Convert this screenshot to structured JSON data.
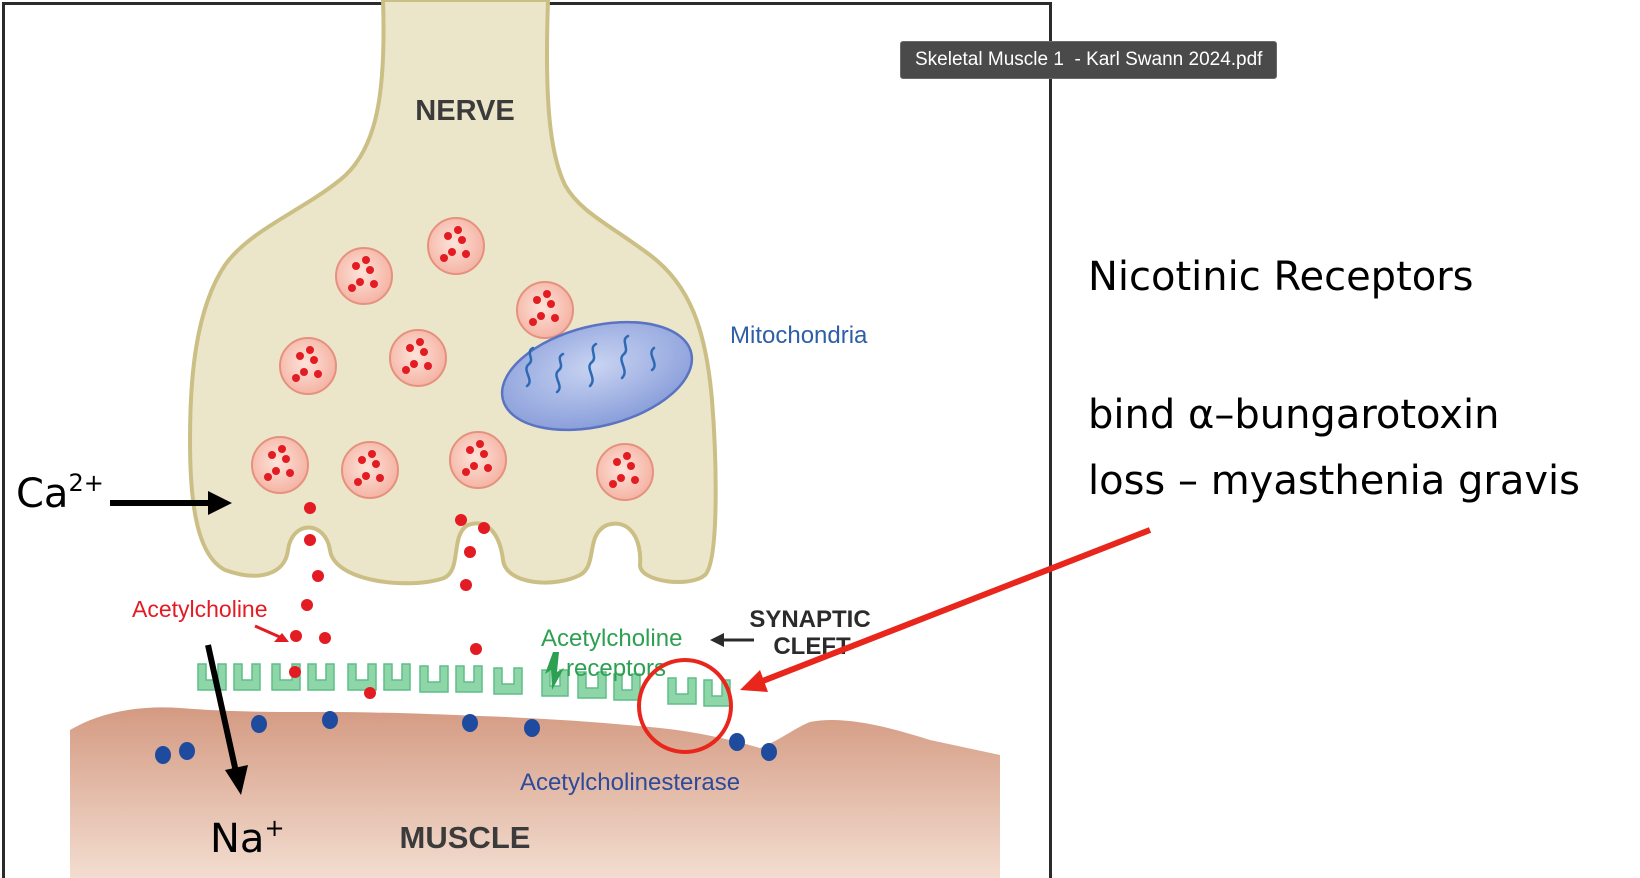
{
  "tooltip": {
    "text": "Skeletal Muscle 1  - Karl Swann 2024.pdf"
  },
  "diagram": {
    "nerve_label": "NERVE",
    "muscle_label": "MUSCLE",
    "mitochondria_label": "Mitochondria",
    "acetylcholine_label": "Acetylcholine",
    "receptors_label_line1": "Acetylcholine",
    "receptors_label_line2": "receptors",
    "synaptic_label_line1": "SYNAPTIC",
    "synaptic_label_line2": "CLEFT",
    "esterase_label": "Acetylcholinesterase"
  },
  "ions": {
    "calcium": {
      "base": "Ca",
      "charge": "2+"
    },
    "sodium": {
      "base": "Na",
      "charge": "+"
    }
  },
  "slide": {
    "title": "Nicotinic Receptors",
    "line1": "bind α–bungarotoxin",
    "line2": "loss – myasthenia gravis"
  },
  "colors": {
    "nerve_fill": "#ebe5c9",
    "nerve_stroke": "#cbbf86",
    "muscle_fill": "#d8a38d",
    "receptor_fill": "#8ed6a8",
    "esterase": "#1f4b9e",
    "acetylcholine": "#e31b23",
    "mitochondria_fill": "#8fa5de",
    "annotation_red": "#e8261c"
  }
}
